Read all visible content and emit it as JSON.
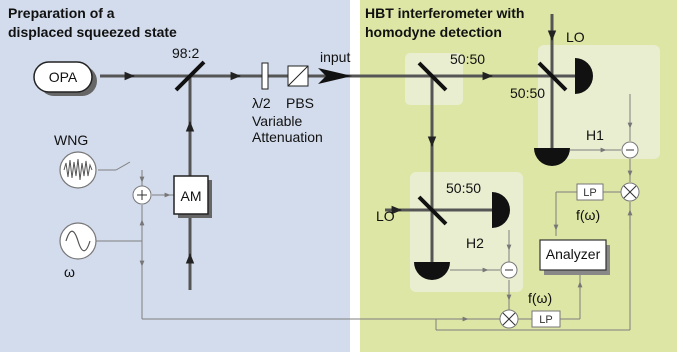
{
  "panels": {
    "left_title_line1": "Preparation of a",
    "left_title_line2": "displaced squeezed state",
    "right_title_line1": "HBT interferometer with",
    "right_title_line2": "homodyne detection"
  },
  "components": {
    "opa": "OPA",
    "beamsplitter_main": "98:2",
    "waveplate": "λ/2",
    "pbs": "PBS",
    "variable_att_line1": "Variable",
    "variable_att_line2": "Attenuation",
    "input": "input",
    "wng": "WNG",
    "omega": "ω",
    "am": "AM",
    "bs_5050_a": "50:50",
    "bs_5050_b": "50:50",
    "bs_5050_c": "50:50",
    "lo_top": "LO",
    "lo_left": "LO",
    "h1": "H1",
    "h2": "H2",
    "lp1": "LP",
    "lp2": "LP",
    "f_omega_1": "f(ω)",
    "f_omega_2": "f(ω)",
    "analyzer": "Analyzer"
  },
  "colors": {
    "left_panel": "#d3dcec",
    "right_panel": "#dde6a4",
    "box_highlight": "#e9eed0",
    "beam": "#555555",
    "wire": "#7f7f7f"
  }
}
